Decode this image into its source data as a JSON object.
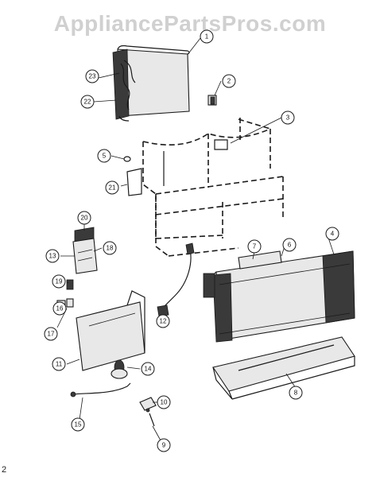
{
  "watermark": "AppliancePartsPros.com",
  "corner_mark": "2",
  "callouts": [
    {
      "id": "c1",
      "label": "1"
    },
    {
      "id": "c2",
      "label": "2"
    },
    {
      "id": "c3",
      "label": "3"
    },
    {
      "id": "c4",
      "label": "4"
    },
    {
      "id": "c5",
      "label": "5"
    },
    {
      "id": "c6",
      "label": "6"
    },
    {
      "id": "c7",
      "label": "7"
    },
    {
      "id": "c8",
      "label": "8"
    },
    {
      "id": "c9",
      "label": "9"
    },
    {
      "id": "c10",
      "label": "10"
    },
    {
      "id": "c11",
      "label": "11"
    },
    {
      "id": "c12",
      "label": "12"
    },
    {
      "id": "c13",
      "label": "13"
    },
    {
      "id": "c14",
      "label": "14"
    },
    {
      "id": "c15",
      "label": "15"
    },
    {
      "id": "c16",
      "label": "16"
    },
    {
      "id": "c17",
      "label": "17"
    },
    {
      "id": "c18",
      "label": "18"
    },
    {
      "id": "c19",
      "label": "19"
    },
    {
      "id": "c20",
      "label": "20"
    },
    {
      "id": "c21",
      "label": "21"
    },
    {
      "id": "c22",
      "label": "22"
    },
    {
      "id": "c23",
      "label": "23"
    }
  ]
}
